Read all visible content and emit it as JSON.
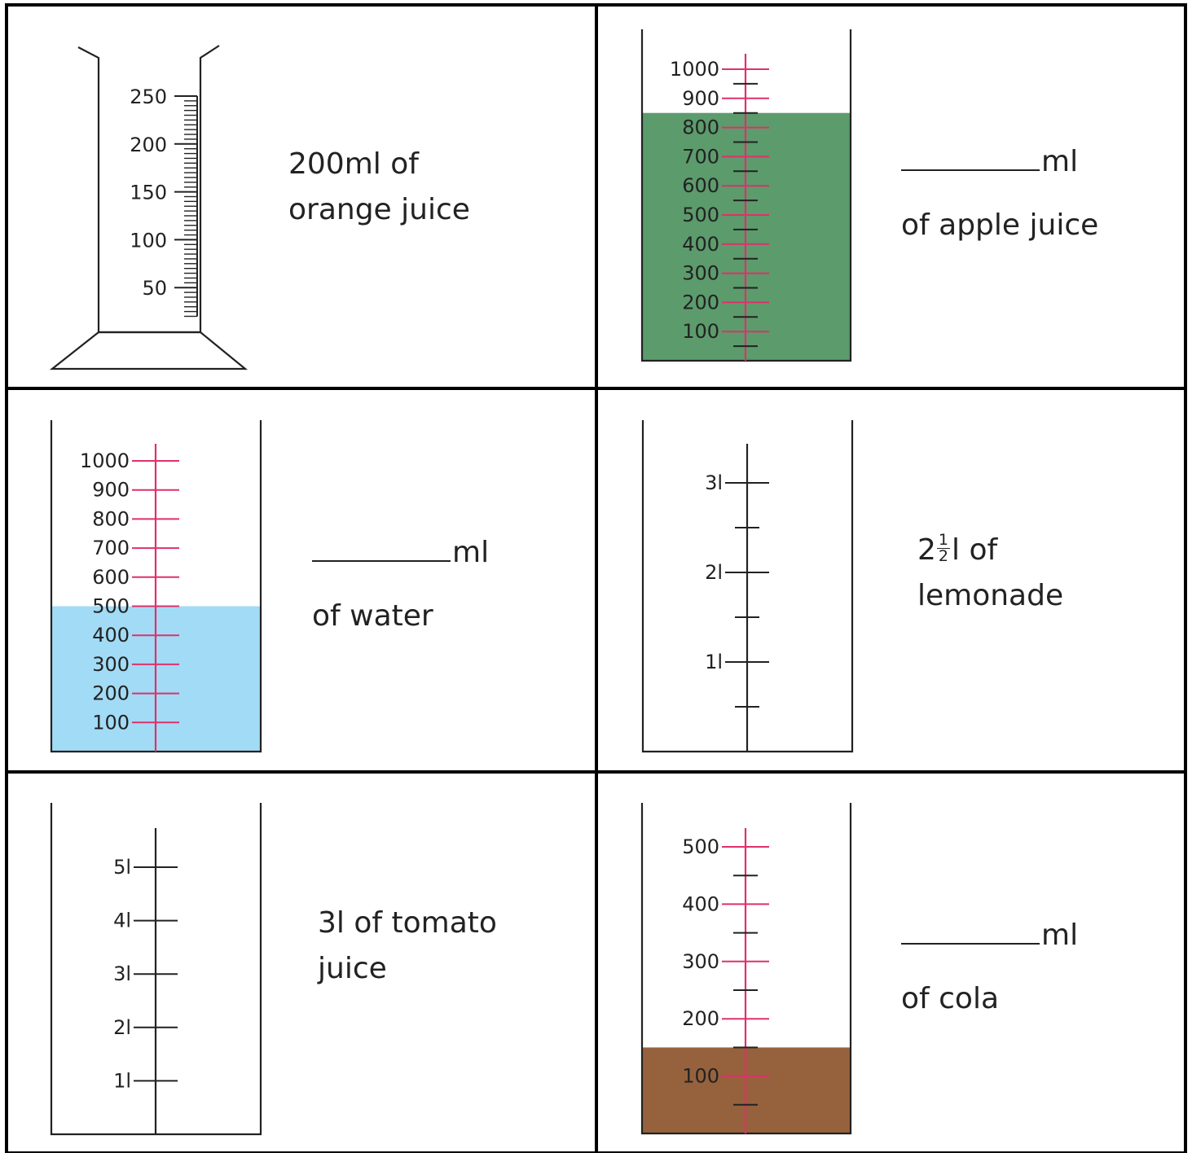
{
  "colors": {
    "grid_line": "#000000",
    "outline": "#222222",
    "pink_scale": "#e0306a",
    "apple_juice": "#5c9b6c",
    "water": "#a2dbf5",
    "cola": "#96623d"
  },
  "cards": [
    {
      "id": "orange-juice",
      "amount": "200ml of",
      "drink": "orange juice",
      "vessel": {
        "type": "measuring-cylinder",
        "scale_labels": [
          "250",
          "200",
          "150",
          "100",
          "50"
        ],
        "scale_values": [
          250,
          200,
          150,
          100,
          50
        ],
        "fill_ml": 0
      }
    },
    {
      "id": "apple-juice",
      "amount_unit": "ml",
      "drink": "of apple juice",
      "vessel": {
        "type": "beaker",
        "scale_color": "pink",
        "scale_labels": [
          "1000",
          "900",
          "800",
          "700",
          "600",
          "500",
          "400",
          "300",
          "200",
          "100"
        ],
        "scale_values": [
          1000,
          900,
          800,
          700,
          600,
          500,
          400,
          300,
          200,
          100
        ],
        "fill_ml": 850,
        "fill_color": "#5c9b6c"
      }
    },
    {
      "id": "water",
      "amount_unit": "ml",
      "drink": "of water",
      "vessel": {
        "type": "beaker",
        "scale_color": "pink",
        "scale_labels": [
          "1000",
          "900",
          "800",
          "700",
          "600",
          "500",
          "400",
          "300",
          "200",
          "100"
        ],
        "scale_values": [
          1000,
          900,
          800,
          700,
          600,
          500,
          400,
          300,
          200,
          100
        ],
        "fill_ml": 500,
        "fill_color": "#a2dbf5"
      }
    },
    {
      "id": "lemonade",
      "amount_whole": "2",
      "amount_frac_num": "1",
      "amount_frac_den": "2",
      "amount_rest": "l of",
      "drink": "lemonade",
      "vessel": {
        "type": "beaker",
        "scale_color": "black",
        "scale_labels": [
          "3l",
          "2l",
          "1l"
        ],
        "scale_values": [
          3,
          2,
          1
        ],
        "fill_ml": 0
      }
    },
    {
      "id": "tomato-juice",
      "amount": "3l of tomato",
      "drink": "juice",
      "vessel": {
        "type": "beaker",
        "scale_color": "black",
        "scale_labels": [
          "5l",
          "4l",
          "3l",
          "2l",
          "1l"
        ],
        "scale_values": [
          5,
          4,
          3,
          2,
          1
        ],
        "fill_ml": 0
      }
    },
    {
      "id": "cola",
      "amount_unit": "ml",
      "drink": "of cola",
      "vessel": {
        "type": "beaker",
        "scale_color": "pink",
        "scale_labels": [
          "500",
          "400",
          "300",
          "200",
          "100"
        ],
        "scale_values": [
          500,
          400,
          300,
          200,
          100
        ],
        "fill_ml": 150,
        "fill_color": "#96623d"
      }
    }
  ]
}
